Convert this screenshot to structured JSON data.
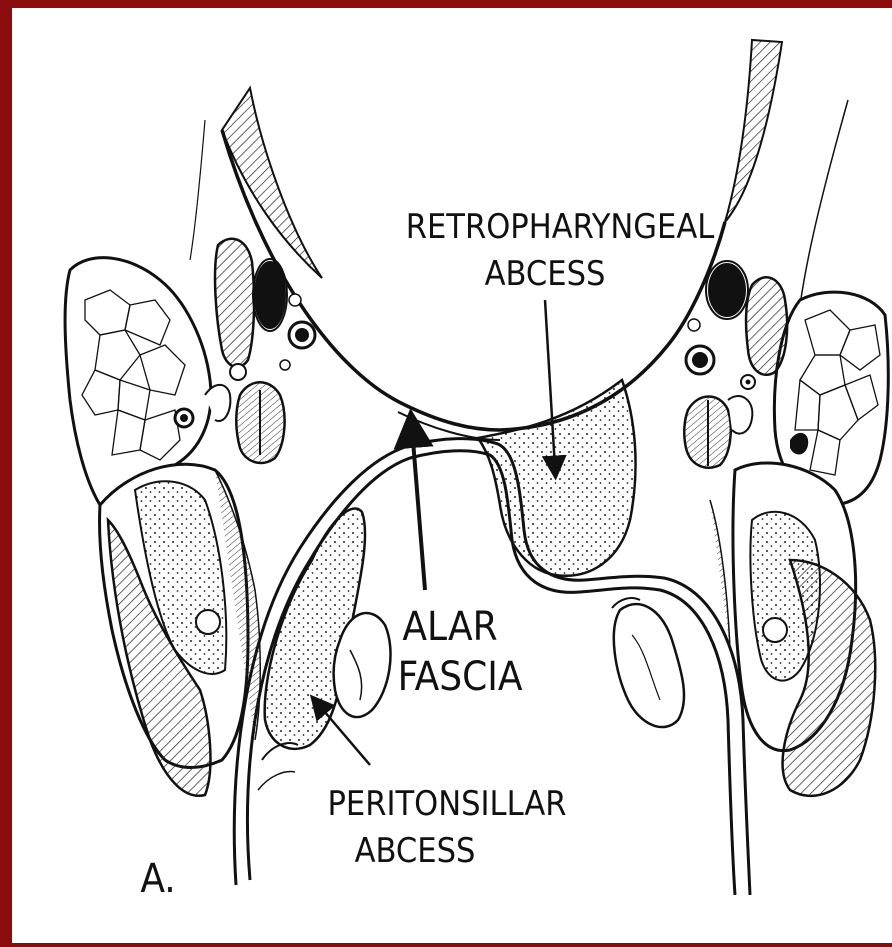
{
  "diagram": {
    "panel_letter": "A.",
    "labels": {
      "retropharyngeal_line1": "RETROPHARYNGEAL",
      "retropharyngeal_line2": "ABCESS",
      "alar_line1": "ALAR",
      "alar_line2": "FASCIA",
      "peritonsillar_line1": "PERITONSILLAR",
      "peritonsillar_line2": "ABCESS"
    },
    "colors": {
      "frame": "#8a0c0c",
      "background": "#ffffff",
      "ink": "#111111"
    }
  }
}
